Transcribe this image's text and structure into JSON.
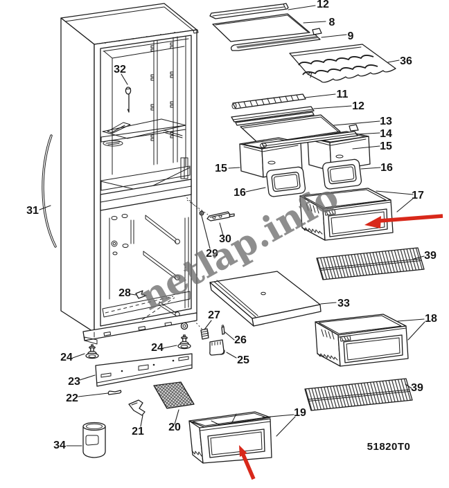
{
  "diagram": {
    "watermark": "netlap.info",
    "code": "51820T0",
    "colors": {
      "background": "#ffffff",
      "line": "#1c1c1c",
      "label": "#141414",
      "arrow": "#d8281a",
      "watermark": "#6e6e6e"
    }
  },
  "callouts": {
    "c12_top": "12",
    "c8": "8",
    "c9": "9",
    "c36": "36",
    "c11": "11",
    "c12_mid": "12",
    "c13": "13",
    "c14": "14",
    "c15_left": "15",
    "c15_right": "15",
    "c16_left": "16",
    "c16_right": "16",
    "c17": "17",
    "c39_top": "39",
    "c33": "33",
    "c18": "18",
    "c39_bottom": "39",
    "c19": "19",
    "c32": "32",
    "c31": "31",
    "c28": "28",
    "c29": "29",
    "c30": "30",
    "c27": "27",
    "c26": "26",
    "c25": "25",
    "c24_left": "24",
    "c24_right": "24",
    "c23": "23",
    "c22": "22",
    "c21": "21",
    "c20": "20",
    "c34": "34"
  }
}
